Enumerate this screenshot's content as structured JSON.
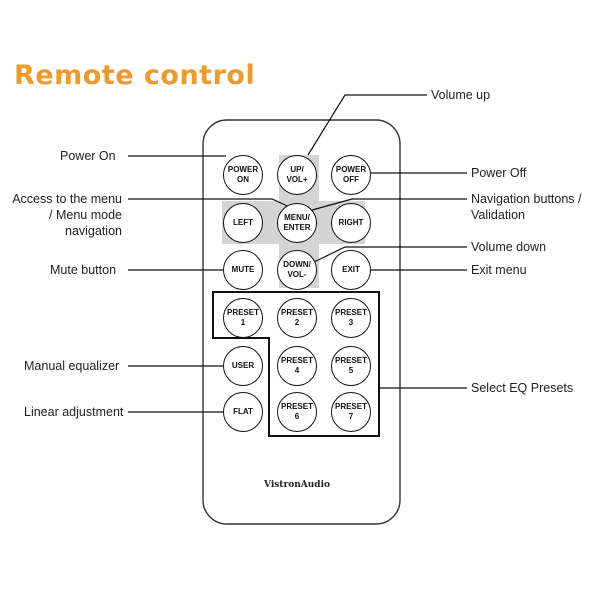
{
  "title": "Remote control",
  "brand": "VistronAudio",
  "buttons": {
    "power_on": [
      "POWER",
      "ON"
    ],
    "up_vol": [
      "UP/",
      "VOL+"
    ],
    "power_off": [
      "POWER",
      "OFF"
    ],
    "left": [
      "LEFT"
    ],
    "menu_enter": [
      "MENU/",
      "ENTER"
    ],
    "right": [
      "RIGHT"
    ],
    "mute": [
      "MUTE"
    ],
    "down_vol": [
      "DOWN/",
      "VOL-"
    ],
    "exit": [
      "EXIT"
    ],
    "preset1": [
      "PRESET",
      "1"
    ],
    "preset2": [
      "PRESET",
      "2"
    ],
    "preset3": [
      "PRESET",
      "3"
    ],
    "user": [
      "USER"
    ],
    "preset4": [
      "PRESET",
      "4"
    ],
    "preset5": [
      "PRESET",
      "5"
    ],
    "flat": [
      "FLAT"
    ],
    "preset6": [
      "PRESET",
      "6"
    ],
    "preset7": [
      "PRESET",
      "7"
    ]
  },
  "labels": {
    "volume_up": "Volume up",
    "power_on": "Power On",
    "power_off": "Power Off",
    "access_menu": [
      "Access to the menu",
      "/ Menu mode",
      "navigation"
    ],
    "navigation": [
      "Navigation buttons /",
      "Validation"
    ],
    "volume_down": "Volume down",
    "mute": "Mute button",
    "exit": "Exit menu",
    "manual_eq": "Manual equalizer",
    "select_eq": "Select EQ Presets",
    "linear": "Linear adjustment"
  },
  "colors": {
    "title": "#f09a2e",
    "nav_highlight": "#d4d4d4",
    "body": "#ffffff",
    "outline": "#111111"
  }
}
